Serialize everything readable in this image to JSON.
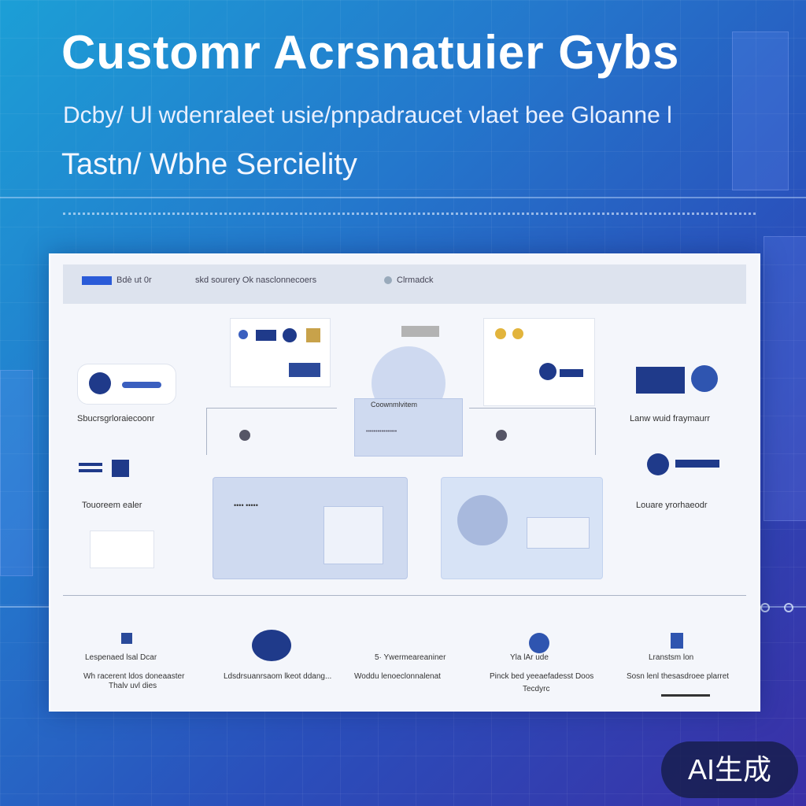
{
  "hero": {
    "title": "Customr Acrsnatuier Gybs",
    "subtitle": "Dcby/ Ul wdenraleet usie/pnpadraucet vlaet bee Gloanne l",
    "tagline": "Tastn/ Wbhe Sercielity"
  },
  "panel": {
    "nav": [
      "Bdè ut 0r",
      "skd sourery Ok nasclonnecoers",
      "Clrmadck"
    ],
    "center_card_label": "Coownmlvitem",
    "center_card_sub": "••••••••••••••••",
    "left_captions": [
      "Sbucrsgrloraiecoonr",
      "Touoreem ealer"
    ],
    "right_captions": [
      "Lanw wuid fraymaurr",
      "Louare yrorhaeodr"
    ],
    "bottom_left_card_label": "•••• •••••"
  },
  "footer": {
    "items": [
      {
        "line1": "Lespenaed lsal Dcar",
        "line2": "Wh racerent ldos doneaaster",
        "line3": "Thalv uvl dies"
      },
      {
        "line1": "",
        "line2": "Ldsdrsuanrsaom lkeot ddang...",
        "line3": ""
      },
      {
        "line1": "5· Ywermeareaniner",
        "line2": "Woddu lenoeclonnalenat",
        "line3": ""
      },
      {
        "line1": "Yla lAr ude",
        "line2": "Pinck bed yeeaefadesst Doos",
        "line3": "Tecdyrc"
      },
      {
        "line1": "Lranstsm lon",
        "line2": "Sosn lenl thesasdroee plarret",
        "line3": ""
      }
    ]
  },
  "badge": {
    "label": "AI生成"
  },
  "colors": {
    "accent": "#2a5bd8",
    "navy": "#1f3a8a",
    "gold": "#e2b43c"
  }
}
